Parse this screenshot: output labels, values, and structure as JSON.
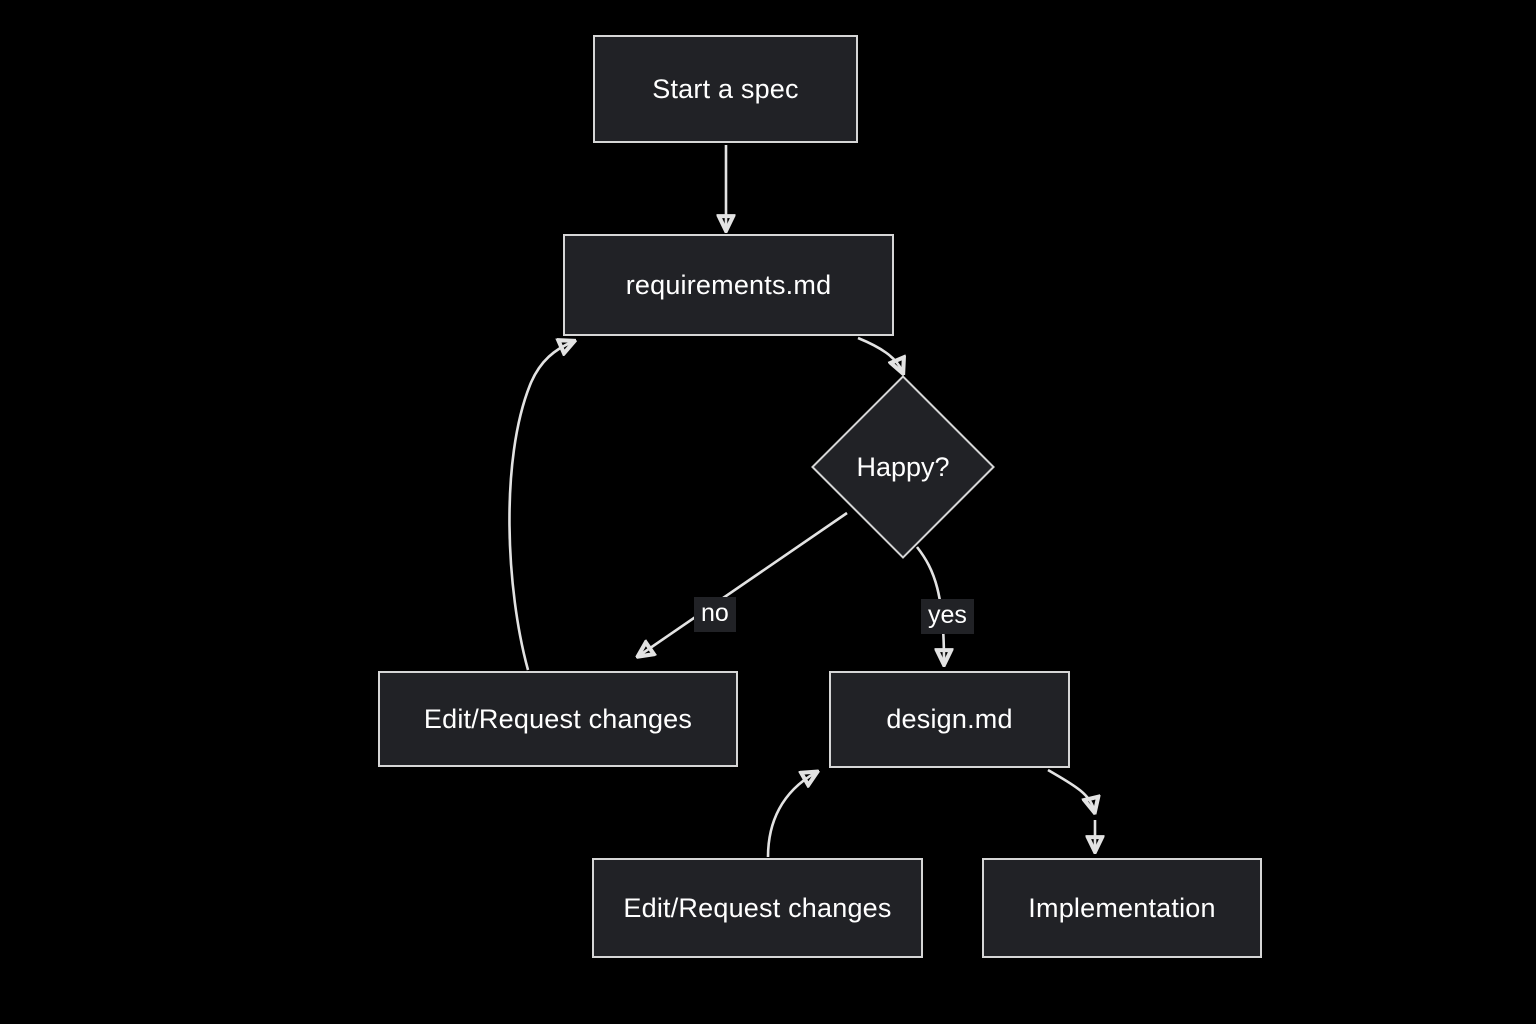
{
  "diagram": {
    "type": "flowchart",
    "background_color": "#000000",
    "node_fill": "#212226",
    "node_border_color": "#d6d6d6",
    "text_color": "#ffffff",
    "edge_color": "#e3e3e3",
    "nodes": [
      {
        "id": "start",
        "label": "Start a spec",
        "shape": "rectangle"
      },
      {
        "id": "requirements",
        "label": "requirements.md",
        "shape": "rectangle"
      },
      {
        "id": "happy",
        "label": "Happy?",
        "shape": "diamond"
      },
      {
        "id": "edit-request-1",
        "label": "Edit/Request changes",
        "shape": "rectangle"
      },
      {
        "id": "design",
        "label": "design.md",
        "shape": "rectangle"
      },
      {
        "id": "edit-request-2",
        "label": "Edit/Request changes",
        "shape": "rectangle"
      },
      {
        "id": "implementation",
        "label": "Implementation",
        "shape": "rectangle"
      }
    ],
    "edges": [
      {
        "from": "start",
        "to": "requirements",
        "label": ""
      },
      {
        "from": "requirements",
        "to": "happy",
        "label": ""
      },
      {
        "from": "happy",
        "to": "edit-request-1",
        "label": "no"
      },
      {
        "from": "happy",
        "to": "design",
        "label": "yes"
      },
      {
        "from": "edit-request-1",
        "to": "requirements",
        "label": ""
      },
      {
        "from": "edit-request-2",
        "to": "design",
        "label": ""
      },
      {
        "from": "design",
        "to": "implementation",
        "label": ""
      }
    ]
  }
}
